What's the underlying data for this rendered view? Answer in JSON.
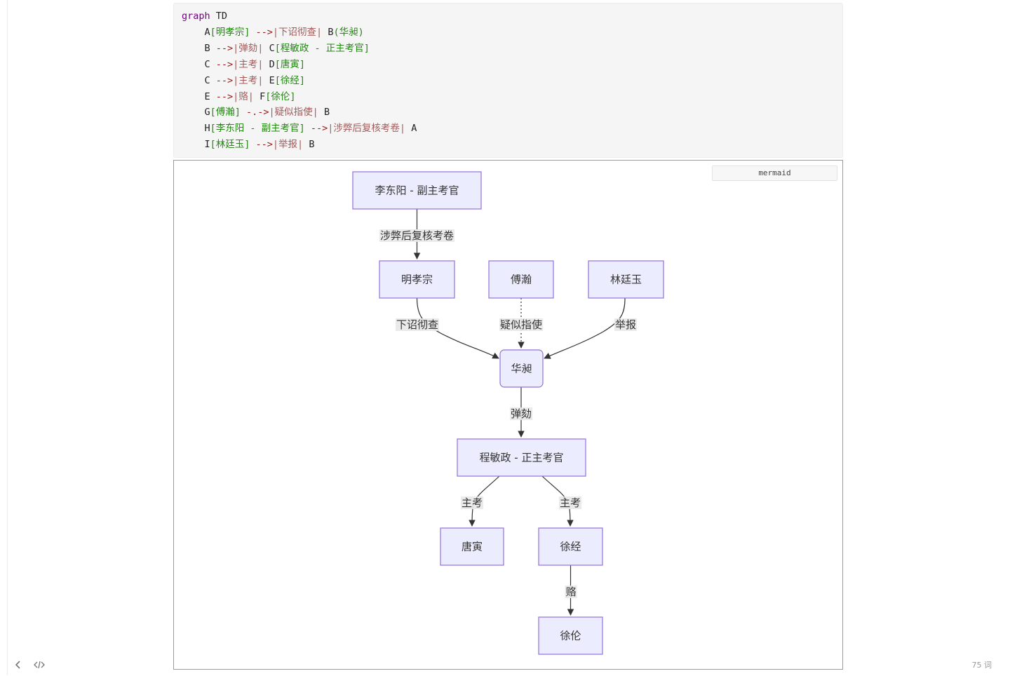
{
  "code": {
    "lines": [
      [
        {
          "t": "kw",
          "v": "graph"
        },
        {
          "t": "id",
          "v": " TD"
        }
      ],
      [
        {
          "t": "id",
          "v": "    A"
        },
        {
          "t": "str",
          "v": "[明孝宗]"
        },
        {
          "t": "arrow",
          "v": " -->"
        },
        {
          "t": "label",
          "v": "|下诏彻查|"
        },
        {
          "t": "id",
          "v": " B"
        },
        {
          "t": "str",
          "v": "(华昶)"
        }
      ],
      [
        {
          "t": "id",
          "v": "    B "
        },
        {
          "t": "arrow",
          "v": "-->"
        },
        {
          "t": "label",
          "v": "|弹劾|"
        },
        {
          "t": "id",
          "v": " C"
        },
        {
          "t": "str",
          "v": "[程敏政 - 正主考官]"
        }
      ],
      [
        {
          "t": "id",
          "v": "    C "
        },
        {
          "t": "arrow",
          "v": "-->"
        },
        {
          "t": "label",
          "v": "|主考|"
        },
        {
          "t": "id",
          "v": " D"
        },
        {
          "t": "str",
          "v": "[唐寅]"
        }
      ],
      [
        {
          "t": "id",
          "v": "    C "
        },
        {
          "t": "arrow",
          "v": "-->"
        },
        {
          "t": "label",
          "v": "|主考|"
        },
        {
          "t": "id",
          "v": " E"
        },
        {
          "t": "str",
          "v": "[徐经]"
        }
      ],
      [
        {
          "t": "id",
          "v": "    E "
        },
        {
          "t": "arrow",
          "v": "-->"
        },
        {
          "t": "label",
          "v": "|赂|"
        },
        {
          "t": "id",
          "v": " F"
        },
        {
          "t": "str",
          "v": "[徐伦]"
        }
      ],
      [
        {
          "t": "id",
          "v": "    G"
        },
        {
          "t": "str",
          "v": "[傅瀚]"
        },
        {
          "t": "arrow",
          "v": " -.->"
        },
        {
          "t": "label",
          "v": "|疑似指使|"
        },
        {
          "t": "id",
          "v": " B"
        }
      ],
      [
        {
          "t": "id",
          "v": "    H"
        },
        {
          "t": "str",
          "v": "[李东阳 - 副主考官]"
        },
        {
          "t": "arrow",
          "v": " -->"
        },
        {
          "t": "label",
          "v": "|涉弊后复核考卷|"
        },
        {
          "t": "id",
          "v": " A"
        }
      ],
      [
        {
          "t": "id",
          "v": "    I"
        },
        {
          "t": "str",
          "v": "[林廷玉]"
        },
        {
          "t": "arrow",
          "v": " -->"
        },
        {
          "t": "label",
          "v": "|举报|"
        },
        {
          "t": "id",
          "v": " B"
        }
      ]
    ]
  },
  "lang_tag": "mermaid",
  "diagram": {
    "nodes": [
      {
        "id": "H",
        "label": "李东阳 - 副主考官"
      },
      {
        "id": "A",
        "label": "明孝宗"
      },
      {
        "id": "G",
        "label": "傅瀚"
      },
      {
        "id": "I",
        "label": "林廷玉"
      },
      {
        "id": "B",
        "label": "华昶"
      },
      {
        "id": "C",
        "label": "程敏政 - 正主考官"
      },
      {
        "id": "D",
        "label": "唐寅"
      },
      {
        "id": "E",
        "label": "徐经"
      },
      {
        "id": "F",
        "label": "徐伦"
      }
    ],
    "edges": [
      {
        "from": "H",
        "to": "A",
        "label": "涉弊后复核考卷",
        "style": "solid"
      },
      {
        "from": "A",
        "to": "B",
        "label": "下诏彻查",
        "style": "solid"
      },
      {
        "from": "G",
        "to": "B",
        "label": "疑似指使",
        "style": "dotted"
      },
      {
        "from": "I",
        "to": "B",
        "label": "举报",
        "style": "solid"
      },
      {
        "from": "B",
        "to": "C",
        "label": "弹劾",
        "style": "solid"
      },
      {
        "from": "C",
        "to": "D",
        "label": "主考",
        "style": "solid"
      },
      {
        "from": "C",
        "to": "E",
        "label": "主考",
        "style": "solid"
      },
      {
        "from": "E",
        "to": "F",
        "label": "赂",
        "style": "solid"
      }
    ]
  },
  "footer": {
    "back_icon": "chevron-left-icon",
    "code_icon": "code-icon",
    "word_count": "75 词"
  }
}
